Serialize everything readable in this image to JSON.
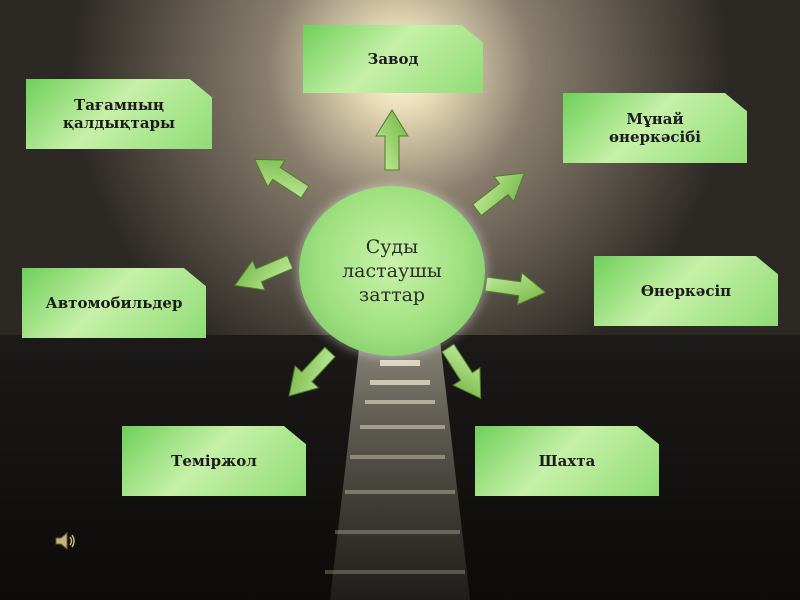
{
  "center": {
    "line1": "Суды",
    "line2": "ластаушы",
    "line3": "заттар"
  },
  "nodes": {
    "zavod": "Завод",
    "tagam_line1": "Тағамның",
    "tagam_line2": "қалдықтары",
    "munai_line1": "Мұнай",
    "munai_line2": "өнеркәсібі",
    "avto": "Автомобильдер",
    "onerkasip": "Өнеркәсіп",
    "temirzhol": "Теміржол",
    "shahta": "Шахта"
  },
  "icons": {
    "audio": "speaker-icon"
  },
  "colors": {
    "box_green": "#8fdc75",
    "circle_green": "#9fe07f",
    "arrow_green": "#7cc34a"
  }
}
